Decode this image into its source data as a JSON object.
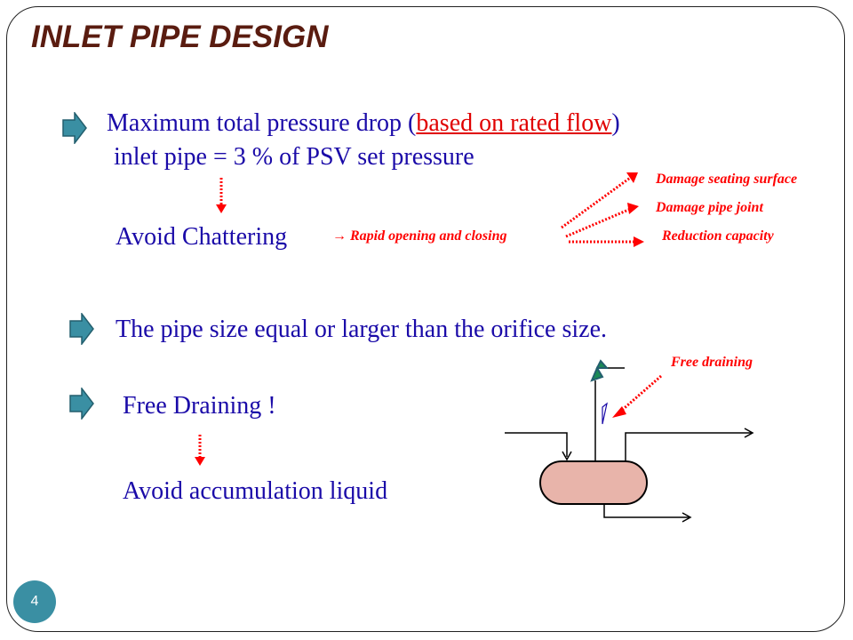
{
  "slide": {
    "title": "INLET PIPE DESIGN",
    "page_number": "4",
    "colors": {
      "title": "#5a1c10",
      "body_text": "#1a0aa8",
      "accent_red": "#ff0000",
      "bullet_teal": "#3a8fa3",
      "vessel_fill": "#e8b4aa"
    }
  },
  "bullets": [
    {
      "line1_prefix": "Maximum  total  pressure  drop  (",
      "line1_highlight": "based  on  rated flow",
      "line1_suffix": ")",
      "line2": "inlet pipe = 3 % of PSV set pressure",
      "consequence": "Avoid Chattering",
      "cause": "→ Rapid opening and closing",
      "effects": [
        "Damage seating surface",
        "Damage pipe joint",
        "Reduction capacity"
      ]
    },
    {
      "text": "The pipe size equal or larger than the orifice size."
    },
    {
      "text": "Free Draining  !",
      "consequence": "Avoid accumulation  liquid"
    }
  ],
  "diagram": {
    "label": "Free draining"
  }
}
